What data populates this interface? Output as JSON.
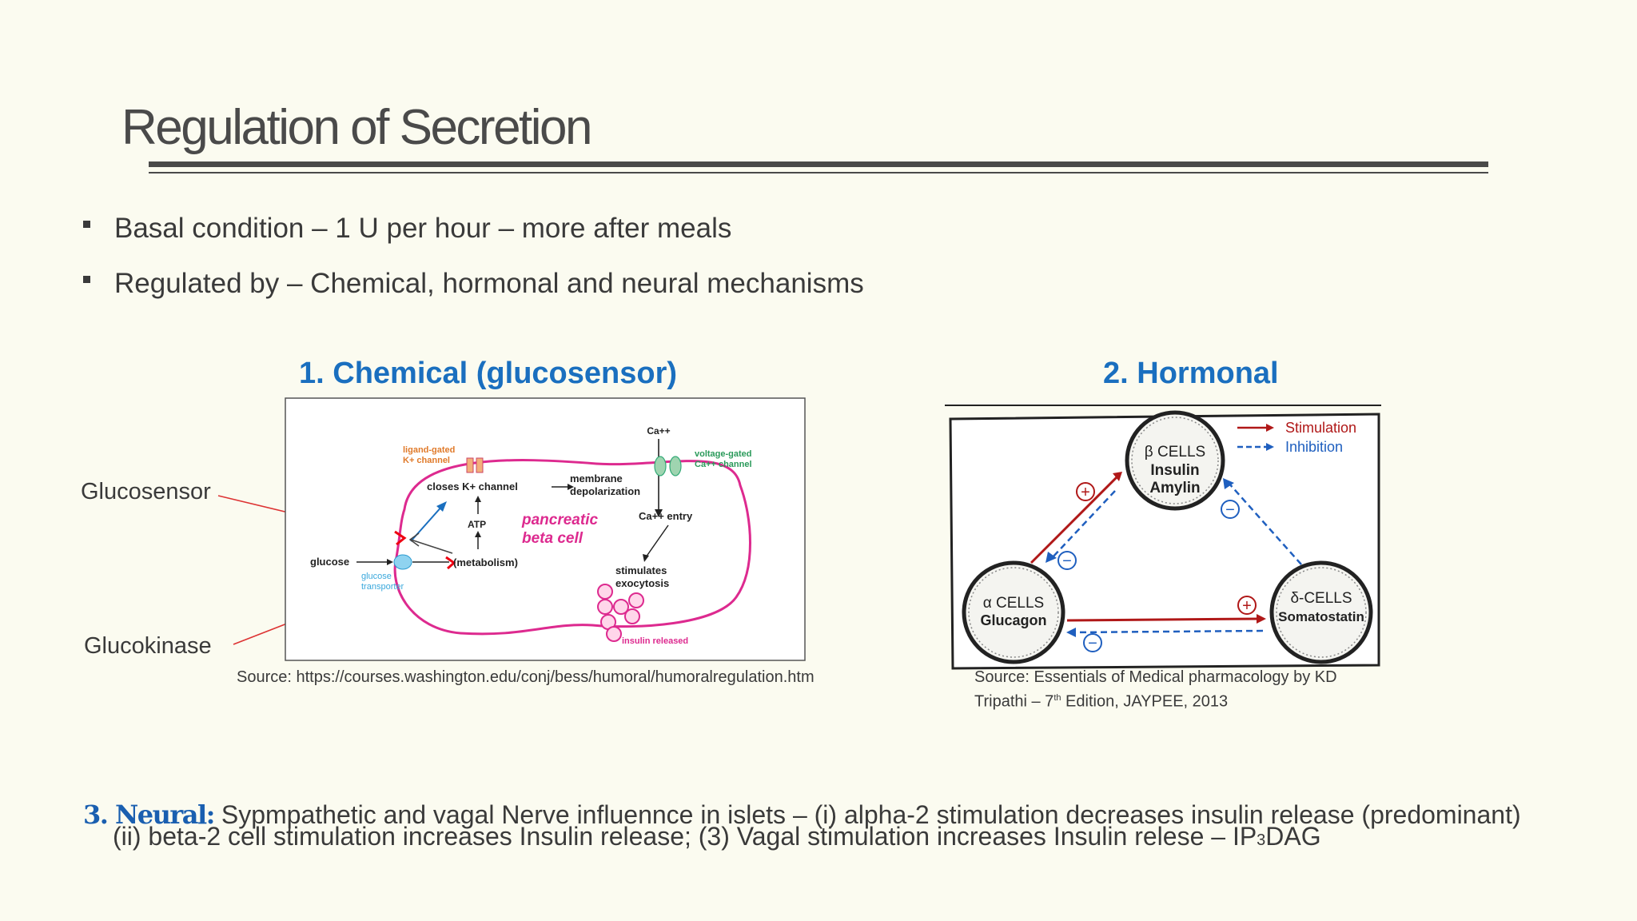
{
  "slide": {
    "title": "Regulation of Secretion",
    "bullets": [
      "Basal condition – 1 U per hour – more after meals",
      "Regulated by – Chemical, hormonal and neural mechanisms"
    ]
  },
  "chemical": {
    "heading": "1. Chemical (glucosensor)",
    "label_glucosensor": "Glucosensor",
    "label_glucokinase": "Glucokinase",
    "source": "Source: https://courses.washington.edu/conj/bess/humoral/humoralregulation.htm",
    "diagram": {
      "ca": "Ca++",
      "ligand_gated_1": "ligand-gated",
      "ligand_gated_2": "K+ channel",
      "voltage_gated_1": "voltage-gated",
      "voltage_gated_2": "Ca++ channel",
      "closes_k": "closes K+ channel",
      "membrane_1": "membrane",
      "membrane_2": "depolarization",
      "atp": "ATP",
      "pancreatic_1": "pancreatic",
      "pancreatic_2": "beta cell",
      "ca_entry": "Ca++ entry",
      "glucose": "glucose",
      "metabolism": "(metabolism)",
      "transporter_1": "glucose",
      "transporter_2": "transporter",
      "stimulates_1": "stimulates",
      "stimulates_2": "exocytosis",
      "insulin_released": "insulin released"
    }
  },
  "hormonal": {
    "heading": "2. Hormonal",
    "source_line1": "Source: Essentials of Medical pharmacology by KD",
    "source_line2_a": "Tripathi – 7",
    "source_line2_sup": "th",
    "source_line2_b": " Edition, JAYPEE, 2013",
    "legend_stimulation": "Stimulation",
    "legend_inhibition": "Inhibition",
    "beta_title": "β CELLS",
    "beta_l1": "Insulin",
    "beta_l2": "Amylin",
    "alpha_title": "α CELLS",
    "alpha_l1": "Glucagon",
    "delta_title": "δ-CELLS",
    "delta_l1": "Somatostatin",
    "plus": "+",
    "minus": "−"
  },
  "neural": {
    "label": "3. Neural:",
    "line1": " Sypmpathetic and vagal Nerve influennce in islets – (i) alpha-2 stimulation decreases insulin release (predominant)",
    "line2_a": "(ii) beta-2 cell stimulation increases Insulin release; (3) Vagal stimulation increases Insulin relese – IP",
    "line2_sub": "3",
    "line2_b": "DAG"
  },
  "colors": {
    "accent_blue": "#1a6fbf",
    "stimulation_red": "#b01818",
    "inhibition_blue": "#1f5fbf",
    "membrane_magenta": "#dd2a8f"
  }
}
